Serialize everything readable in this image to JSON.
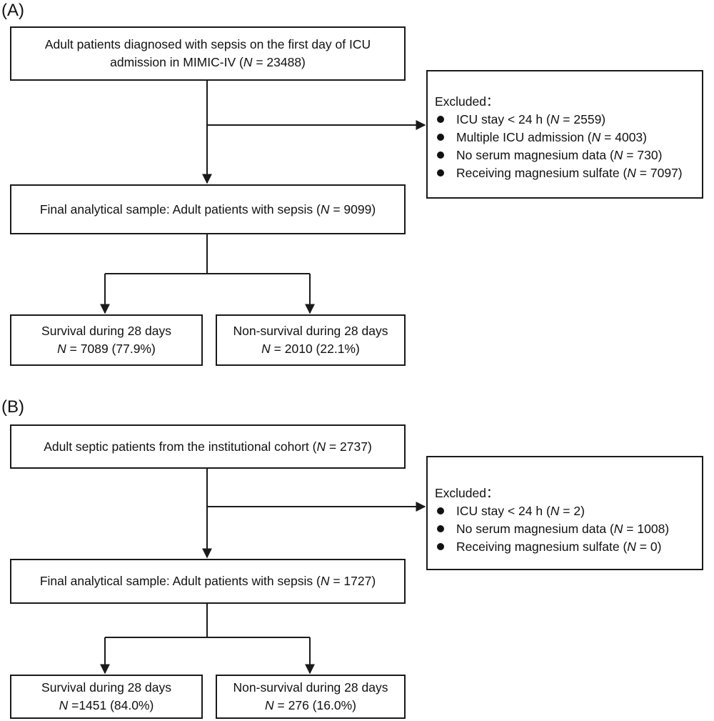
{
  "panels": [
    {
      "label": "(A)",
      "source": {
        "line1": "Adult patients diagnosed with sepsis on the first day of ICU",
        "line2_pre": "admission in MIMIC-IV  (",
        "n": "N",
        "line2_post": " = 23488)"
      },
      "excluded": {
        "title": "Excluded：",
        "items": [
          {
            "pre": "ICU stay < 24 h (",
            "post": " = 2559)"
          },
          {
            "pre": "Multiple ICU admission (",
            "post": " = 4003)"
          },
          {
            "pre": "No serum magnesium data  (",
            "post": " = 730)"
          },
          {
            "pre": "Receiving magnesium sulfate (",
            "post": " = 7097)"
          }
        ]
      },
      "final": {
        "pre": "Final analytical sample: Adult patients with sepsis (",
        "post": " = 9099)"
      },
      "survival": {
        "title": "Survival during 28 days",
        "value": " = 7089 (77.9%)"
      },
      "nonsurvival": {
        "title": "Non-survival during 28 days",
        "value": " = 2010  (22.1%)"
      }
    },
    {
      "label": "(B)",
      "source": {
        "pre": "Adult septic patients from the institutional cohort (",
        "post": " = 2737)"
      },
      "excluded": {
        "title": "Excluded：",
        "items": [
          {
            "pre": "ICU stay < 24 h (",
            "post": " = 2)"
          },
          {
            "pre": "No serum magnesium data  (",
            "post": " = 1008)"
          },
          {
            "pre": "Receiving magnesium sulfate (",
            "post": " = 0)"
          }
        ]
      },
      "final": {
        "pre": "Final analytical sample: Adult patients with sepsis (",
        "post": " = 1727)"
      },
      "survival": {
        "title": "Survival during 28 days",
        "value": " =1451 (84.0%)"
      },
      "nonsurvival": {
        "title": "Non-survival during 28 days",
        "value": " = 276 (16.0%)"
      }
    }
  ],
  "n_symbol": "N",
  "line_color": "#1a1a1a"
}
